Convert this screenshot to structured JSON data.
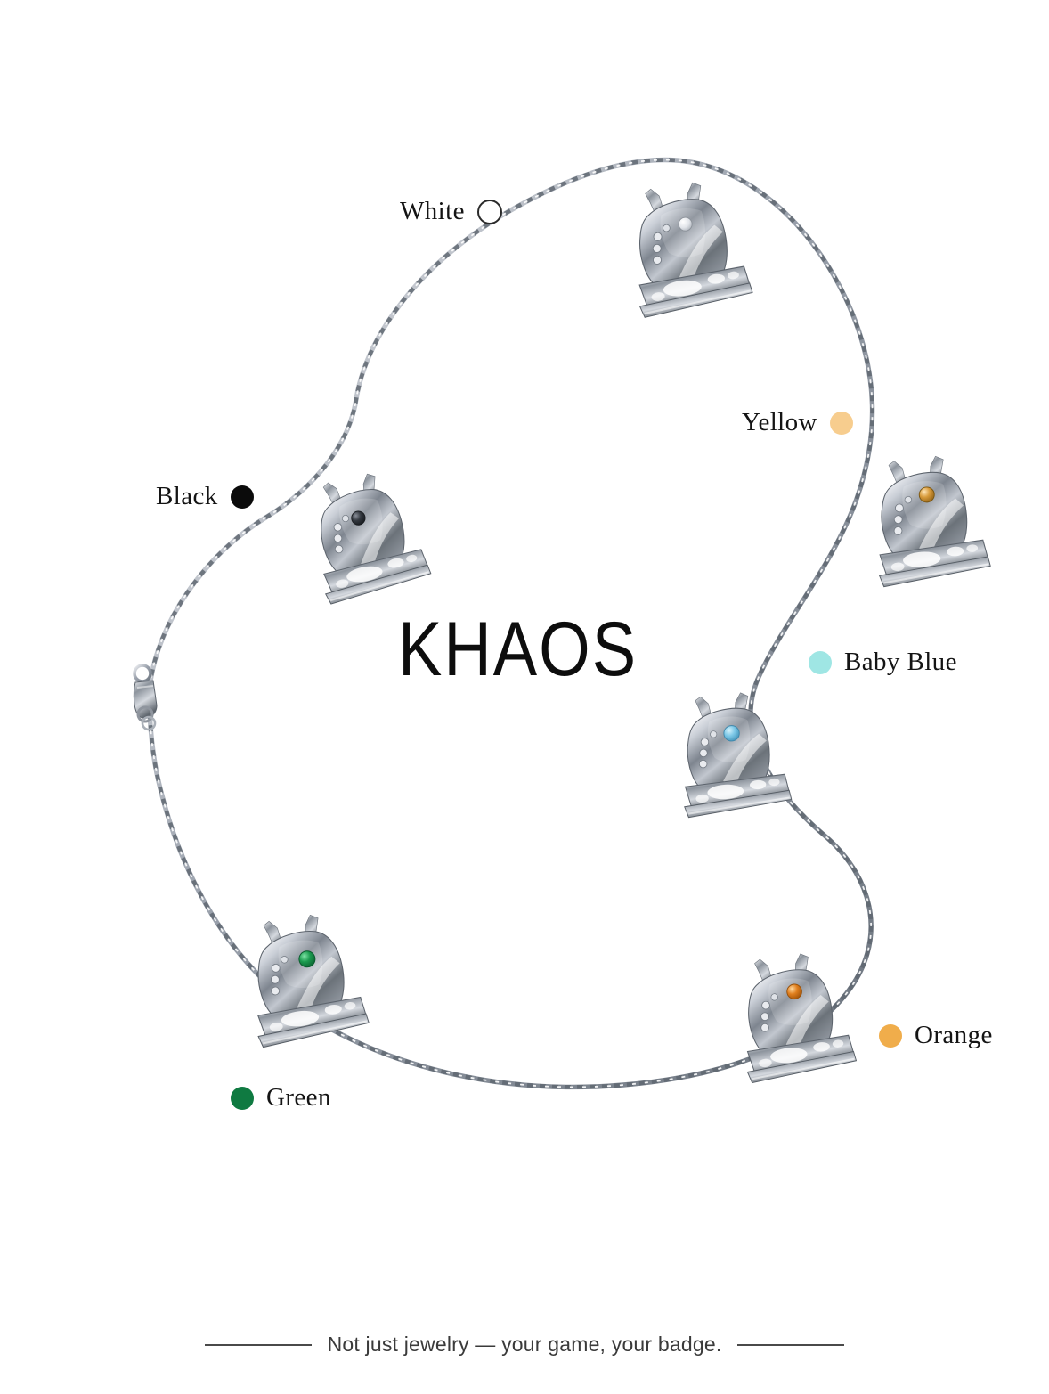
{
  "brand": {
    "wordmark": "KHAOS"
  },
  "swatches": [
    {
      "id": "white",
      "label": "White",
      "color": "#ffffff",
      "style": "hollow",
      "dot_side": "right"
    },
    {
      "id": "yellow",
      "label": "Yellow",
      "color": "#f7cd8e",
      "style": "filled",
      "dot_side": "right"
    },
    {
      "id": "black",
      "label": "Black",
      "color": "#0b0b0b",
      "style": "filled",
      "dot_side": "right"
    },
    {
      "id": "baby-blue",
      "label": "Baby Blue",
      "color": "#9fe6e4",
      "style": "filled",
      "dot_side": "left"
    },
    {
      "id": "orange",
      "label": "Orange",
      "color": "#f0ad4b",
      "style": "filled",
      "dot_side": "left"
    },
    {
      "id": "green",
      "label": "Green",
      "color": "#0f7a41",
      "style": "filled",
      "dot_side": "left"
    }
  ],
  "charms": [
    {
      "id": "charm-white",
      "name": "hockey-skate-charm-white",
      "stone_color": "#e9e9ef"
    },
    {
      "id": "charm-yellow",
      "name": "hockey-skate-charm-yellow",
      "stone_color": "#d79a3a"
    },
    {
      "id": "charm-black",
      "name": "hockey-skate-charm-black",
      "stone_color": "#2a2a30"
    },
    {
      "id": "charm-baby-blue",
      "name": "hockey-skate-charm-baby-blue",
      "stone_color": "#7ec9e8"
    },
    {
      "id": "charm-orange",
      "name": "hockey-skate-charm-orange",
      "stone_color": "#e07f1e"
    },
    {
      "id": "charm-green",
      "name": "hockey-skate-charm-green",
      "stone_color": "#1a9a4e"
    }
  ],
  "footer": {
    "tagline": "Not just jewelry — your game, your badge."
  },
  "theme": {
    "background": "#ffffff",
    "text": "#141414",
    "chain_light": "#e8eaee",
    "chain_mid": "#a9b0bb",
    "chain_dark": "#6f7782",
    "metal_light": "#f2f3f6",
    "metal_mid": "#a6acb6",
    "metal_dark": "#53585f"
  }
}
